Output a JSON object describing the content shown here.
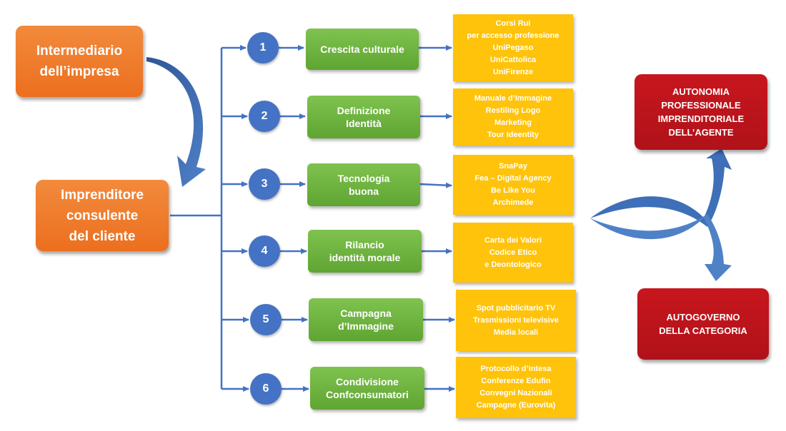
{
  "left_nodes": {
    "intermediario": [
      "Intermediario",
      "dell’impresa"
    ],
    "imprenditore": [
      "Imprenditore",
      "consulente",
      "del cliente"
    ]
  },
  "steps": [
    {
      "number": "1",
      "title": [
        "Crescita culturale"
      ],
      "details": [
        "Corsi Rui",
        "per accesso professione",
        "UniPegaso",
        "UniCattolica",
        "UniFirenze"
      ]
    },
    {
      "number": "2",
      "title": [
        "Definizione",
        "Identità"
      ],
      "details": [
        "Manuale d’Immagine",
        "Restiling Logo",
        "Marketing",
        "Tour Ideentity"
      ]
    },
    {
      "number": "3",
      "title": [
        "Tecnologia",
        "buona"
      ],
      "details": [
        "SnaPay",
        "Fea – Digital Agency",
        "Be Like You",
        "Archimede"
      ]
    },
    {
      "number": "4",
      "title": [
        "Rilancio",
        "identità morale"
      ],
      "details": [
        "Carta dei Valori",
        "Codice Etico",
        "e Deontologico"
      ]
    },
    {
      "number": "5",
      "title": [
        "Campagna",
        "d’Immagine"
      ],
      "details": [
        "Spot pubblicitario TV",
        "Trasmissioni televisive",
        "Media locali"
      ]
    },
    {
      "number": "6",
      "title": [
        "Condivisione",
        "Confconsumatori"
      ],
      "details": [
        "Protocollo d’Intesa",
        "Conferenze Edufin",
        "Convegni Nazionali",
        "Campagne (Eurovita)"
      ]
    }
  ],
  "outcomes": {
    "autonomia": [
      "AUTONOMIA",
      "PROFESSIONALE",
      "IMPRENDITORIALE",
      "DELL’AGENTE"
    ],
    "autogoverno": [
      "AUTOGOVERNO",
      "DELLA CATEGORIA"
    ]
  },
  "colors": {
    "orange": "#ec6f1f",
    "green": "#6aae3c",
    "yellow": "#fec30a",
    "blue": "#4472c4",
    "red": "#c0151c"
  }
}
